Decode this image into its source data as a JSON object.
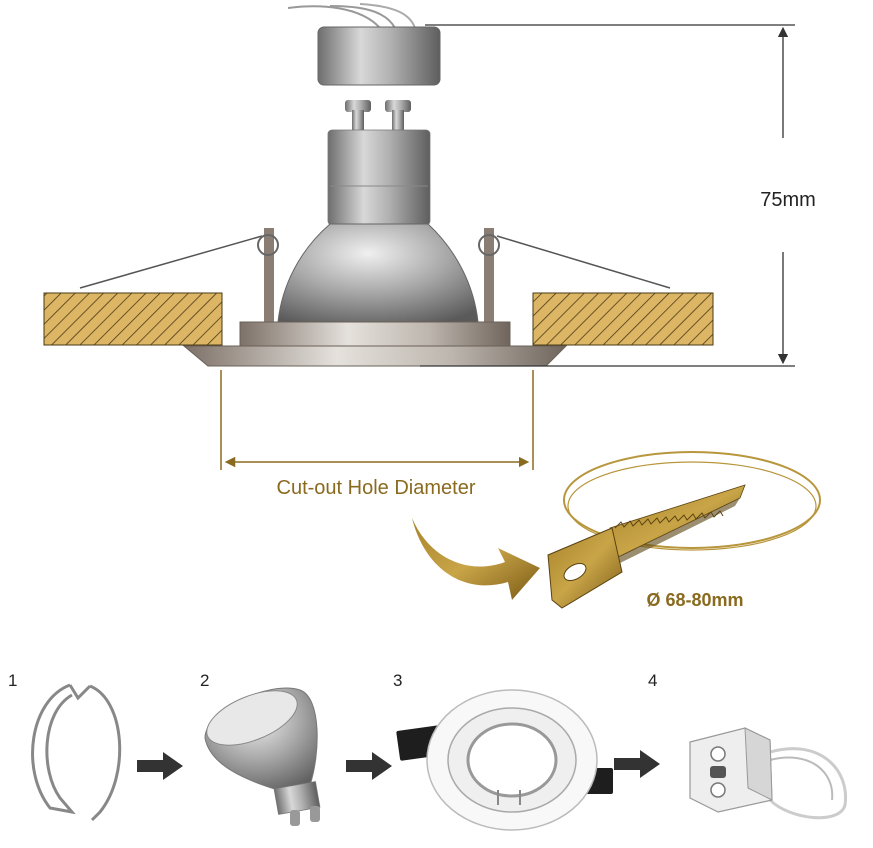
{
  "dimensions": {
    "height": "75mm",
    "cutout_label": "Cut-out Hole Diameter",
    "diameter_range": "Ø 68-80mm"
  },
  "steps": [
    {
      "number": "1",
      "icon": "spring-clip-icon"
    },
    {
      "number": "2",
      "icon": "gu10-bulb-icon"
    },
    {
      "number": "3",
      "icon": "white-downlight-frame-icon"
    },
    {
      "number": "4",
      "icon": "gu10-lamp-holder-icon"
    }
  ],
  "colors": {
    "gold": "#8a6a1f",
    "wood": "#d9b35c",
    "metal": "#9a9a9a",
    "dimension_line": "#333333"
  }
}
